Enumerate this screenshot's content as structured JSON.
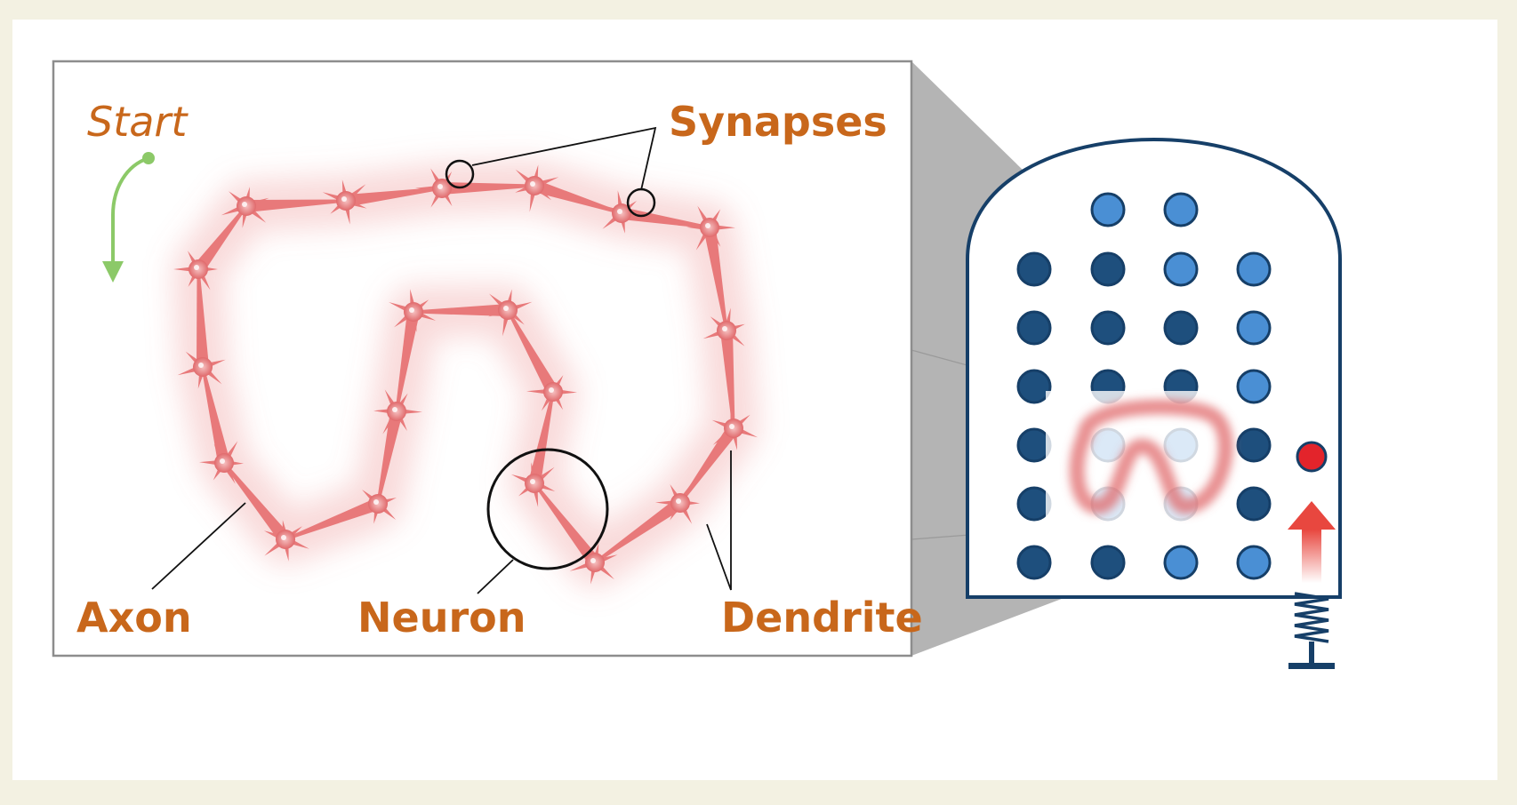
{
  "labels": {
    "start": "Start",
    "synapses": "Synapses",
    "axon": "Axon",
    "neuron": "Neuron",
    "dendrite": "Dendrite"
  },
  "colors": {
    "background": "#f3f1e2",
    "label": "#c8671b",
    "neuron": "#e8797a",
    "start_arrow": "#8cc968",
    "pin_dark": "#1e4f7d",
    "pin_light": "#4a8fd4",
    "housing": "#163f68",
    "ball": "#e3242b",
    "launch_arrow": "#e8473f"
  },
  "icons": {
    "launcher": "spring-plunger-icon",
    "ball": "red-ball-icon"
  }
}
